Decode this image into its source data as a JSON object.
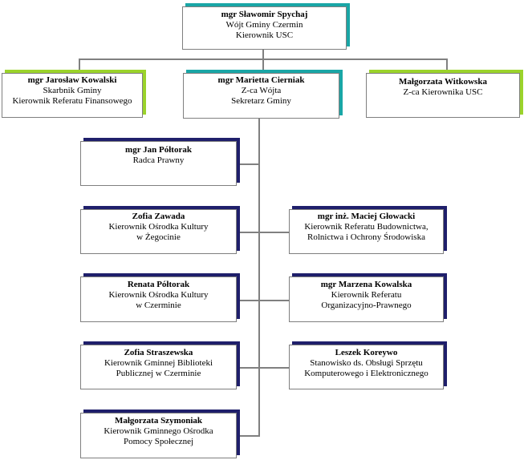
{
  "colors": {
    "top_accent": "#1aa6a6",
    "mid_accent": "#9bd32b",
    "staff_accent": "#1f1f6b",
    "connector": "#808080"
  },
  "top": {
    "name": "mgr Sławomir Spychaj",
    "roles": [
      "Wójt Gminy Czermin",
      "Kierownik USC"
    ]
  },
  "level2": [
    {
      "name": "mgr Jarosław Kowalski",
      "roles": [
        "Skarbnik Gminy",
        "Kierownik Referatu Finansowego"
      ]
    },
    {
      "name": "mgr Marietta Cierniak",
      "roles": [
        "Z-ca Wójta",
        "Sekretarz Gminy"
      ]
    },
    {
      "name": "Małgorzata Witkowska",
      "roles": [
        "Z-ca Kierownika USC"
      ]
    }
  ],
  "left": [
    {
      "name": "mgr Jan Półtorak",
      "roles": [
        "Radca Prawny"
      ]
    },
    {
      "name": "Zofia Zawada",
      "roles": [
        "Kierownik Ośrodka Kultury",
        "w Żegocinie"
      ]
    },
    {
      "name": "Renata Półtorak",
      "roles": [
        "Kierownik Ośrodka Kultury",
        "w Czerminie"
      ]
    },
    {
      "name": "Zofia Straszewska",
      "roles": [
        "Kierownik Gminnej Biblioteki",
        "Publicznej w Czerminie"
      ]
    },
    {
      "name": "Małgorzata Szymoniak",
      "roles": [
        "Kierownik Gminnego Ośrodka",
        "Pomocy Społecznej"
      ]
    }
  ],
  "right": [
    {
      "name": "mgr inż. Maciej Głowacki",
      "roles": [
        "Kierownik Referatu Budownictwa,",
        "Rolnictwa i Ochrony Środowiska"
      ]
    },
    {
      "name": "mgr Marzena Kowalska",
      "roles": [
        "Kierownik Referatu",
        "Organizacyjno-Prawnego"
      ]
    },
    {
      "name": "Leszek Koreywo",
      "roles": [
        "Stanowisko ds. Obsługi Sprzętu",
        "Komputerowego i Elektronicznego"
      ]
    }
  ]
}
